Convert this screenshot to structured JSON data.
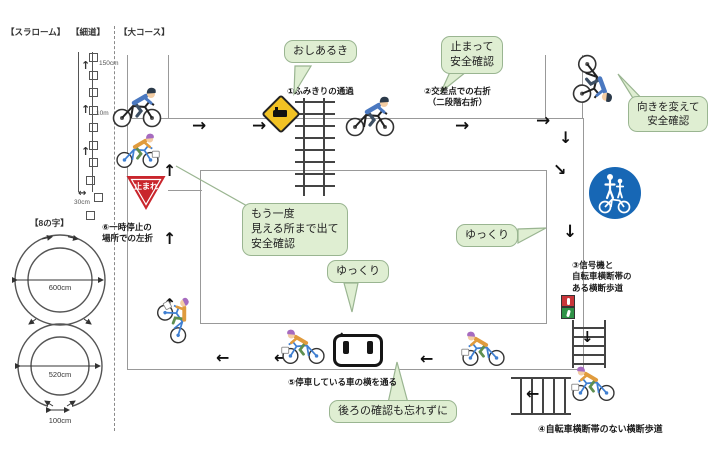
{
  "panel": {
    "slalom_label": "【スラローム】",
    "slalom_spacing": "150cm",
    "narrow_label": "【細道】",
    "narrow_length": "10m",
    "narrow_width": "30cm",
    "course_label": "【大コース】",
    "eight_label": "【8の字】",
    "eight_top_diameter": "600cm",
    "eight_bottom_diameter": "520cm",
    "eight_gap": "100cm"
  },
  "bubbles": {
    "oshiaruki": "おしあるき",
    "tomatte": "止まって\n安全確認",
    "muki": "向きを変えて\n安全確認",
    "mouichido": "もう一度\n見える所まで出て\n安全確認",
    "yukkuri1": "ゆっくり",
    "yukkuri2": "ゆっくり",
    "ushiro": "後ろの確認も忘れずに"
  },
  "steps": {
    "s1": "①ふみきりの通過",
    "s2": "②交差点での右折\n（二段階右折）",
    "s3": "③信号機と\n自転車横断帯の\nある横断歩道",
    "s4": "④自転車横断帯のない横断歩道",
    "s5": "⑤停車している車の横を通る",
    "s6": "⑥一時停止の\n場所での左折"
  },
  "signs": {
    "stop": "止まれ"
  },
  "icons": {
    "arrow_right": "→",
    "arrow_left": "←",
    "arrow_up": "↑",
    "arrow_down": "↓",
    "arrow_upleft": "↖",
    "arrow_downright": "↘",
    "arrow_lr": "↔"
  },
  "colors": {
    "bubble_fill": "#dfeed2",
    "bubble_border": "#9ab591",
    "stop_sign_red": "#c9252c",
    "rr_sign_yellow": "#f2c223",
    "blue_sign": "#1767b5",
    "signal_red": "#c9353a",
    "signal_green": "#2f9247"
  }
}
